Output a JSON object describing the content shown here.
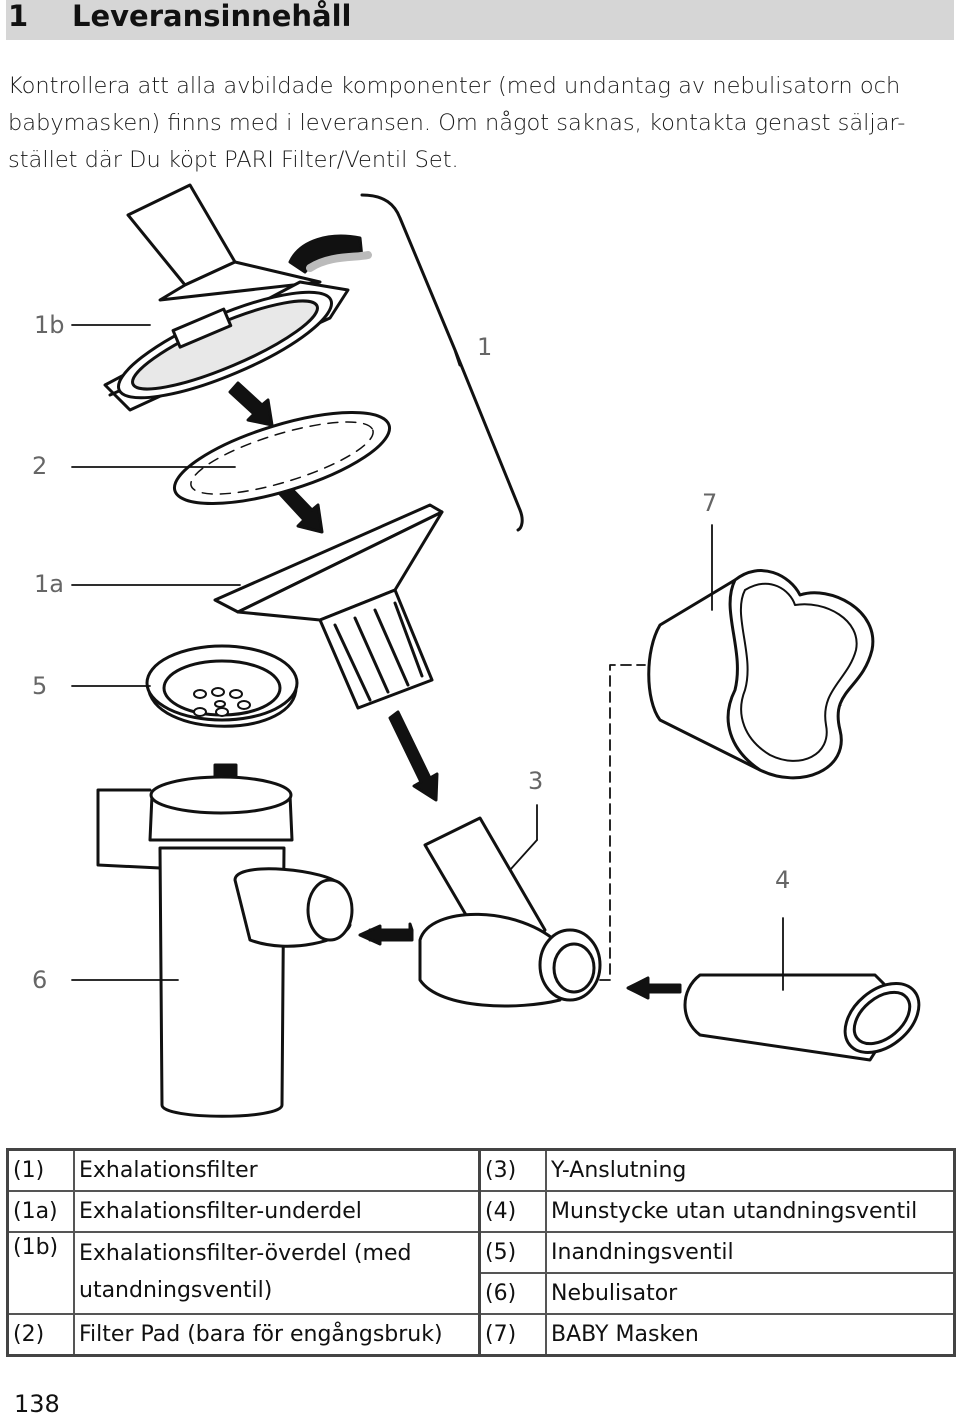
{
  "heading": {
    "number": "1",
    "title": "Leveransinnehåll"
  },
  "intro_lines": [
    "Kontrollera att alla avbildade komponenter (med undantag av nebulisatorn och",
    "babymasken) finns med i leveransen. Om något saknas, kontakta genast säljar-",
    "stället där Du köpt PARI Filter/Ventil Set."
  ],
  "figure_labels": {
    "l1b": "1b",
    "l2": "2",
    "l1a": "1a",
    "l5": "5",
    "l6": "6",
    "l1": "1",
    "l7": "7",
    "l3": "3",
    "l4": "4"
  },
  "legend": {
    "r1": {
      "code_a": "(1)",
      "name_a": "Exhalationsfilter",
      "code_b": "(3)",
      "name_b": "Y-Anslutning"
    },
    "r2": {
      "code_a": "(1a)",
      "name_a": "Exhalationsfilter-underdel",
      "code_b": "(4)",
      "name_b": "Munstycke utan utandningsventil"
    },
    "r3": {
      "code_a": "(1b)",
      "name_a_1": "Exhalationsfilter-överdel (med",
      "name_a_2": "utandningsventil)",
      "code_b": "(5)",
      "name_b": "Inandningsventil"
    },
    "r4": {
      "code_b": "(6)",
      "name_b": "Nebulisator"
    },
    "r5": {
      "code_a": "(2)",
      "name_a": "Filter Pad (bara för engångsbruk)",
      "code_b": "(7)",
      "name_b": "BABY Masken"
    }
  },
  "page_number": "138"
}
